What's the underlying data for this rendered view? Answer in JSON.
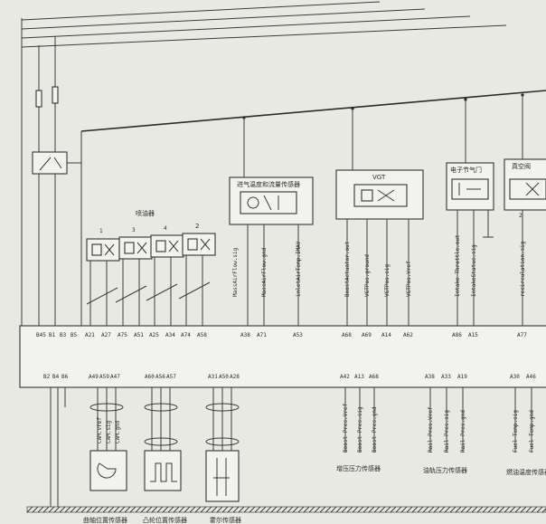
{
  "colors": {
    "paper": "#e9e9e4",
    "ink": "#2b2b2b"
  },
  "labels": {
    "injector_group": "喷油器",
    "maf_sensor": "进气温度和流量传感器",
    "vgt": "VGT",
    "throttle": "电子节气门",
    "egr_valve": "真空阀",
    "boost_sensor": "增压压力传感器",
    "rail_sensor": "油轨压力传感器",
    "fuel_temp_sensor": "燃油温度传感器",
    "crank_sensor": "曲轴位置传感器",
    "cam_sensor": "凸轮位置传感器",
    "misc_sensor": "霍尔传感器",
    "egr_num": "2"
  },
  "injectors": [
    {
      "num": "1"
    },
    {
      "num": "3"
    },
    {
      "num": "4"
    },
    {
      "num": "2"
    }
  ],
  "top_pins": [
    "B45",
    "B1",
    "B3",
    "B5",
    "A21",
    "A27",
    "A75",
    "A51",
    "A25",
    "A34",
    "A74",
    "A58",
    "A38",
    "A71",
    "A53",
    "A68",
    "A69",
    "A14",
    "A62",
    "A86",
    "A15",
    "A77"
  ],
  "top_signals": [
    "MassAirFlow.sig",
    "MassAirFlow.gnd",
    "inletAirTemp.IMAV",
    "BoostActuator.out",
    "VGTPos.ground",
    "VGTPos.sig",
    "VGTPos.Vref",
    "Intake Throttle.out",
    "IntakeStatus.sig",
    "recirculation.sig"
  ],
  "bottom_pins": [
    "B2",
    "B4",
    "B6",
    "A49",
    "A59",
    "A47",
    "A60",
    "A56",
    "A57",
    "A31",
    "A50",
    "A28",
    "A42",
    "A13",
    "A68",
    "A38",
    "A33",
    "A19",
    "A30",
    "A46"
  ],
  "bottom_signals": [
    "CAM.Vref",
    "CAM.sig",
    "CAM.gnd",
    "Boost Pres.Vref",
    "Boost Pres.sig",
    "Boost Pres.gnd",
    "Rail Pres.Vref",
    "Rail Pres.sig",
    "Rail Pres.gnd",
    "Fuel Temp.sig",
    "Fuel Temp.gnd"
  ]
}
